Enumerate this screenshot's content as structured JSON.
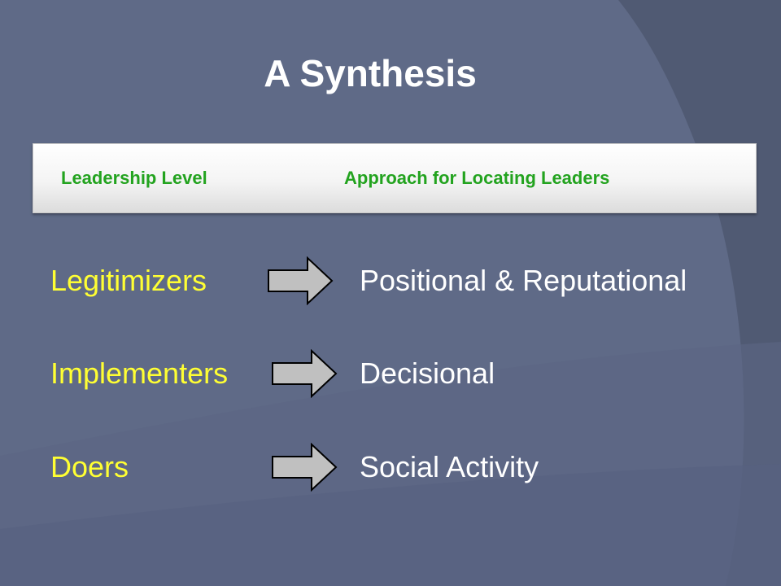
{
  "slide": {
    "title": "A Synthesis",
    "header": {
      "level_label": "Leadership Level",
      "approach_label": "Approach for Locating Leaders"
    },
    "rows": [
      {
        "level": "Legitimizers",
        "approach": "Positional & Reputational"
      },
      {
        "level": "Implementers",
        "approach": "Decisional"
      },
      {
        "level": "Doers",
        "approach": "Social Activity"
      }
    ]
  },
  "colors": {
    "background": "#5f6a87",
    "header_text": "#23a31f",
    "level_text": "#ffff33",
    "approach_text": "#ffffff",
    "arrow_fill": "#c0c0c0"
  },
  "icons": {
    "row_connector": "right-arrow-icon"
  }
}
